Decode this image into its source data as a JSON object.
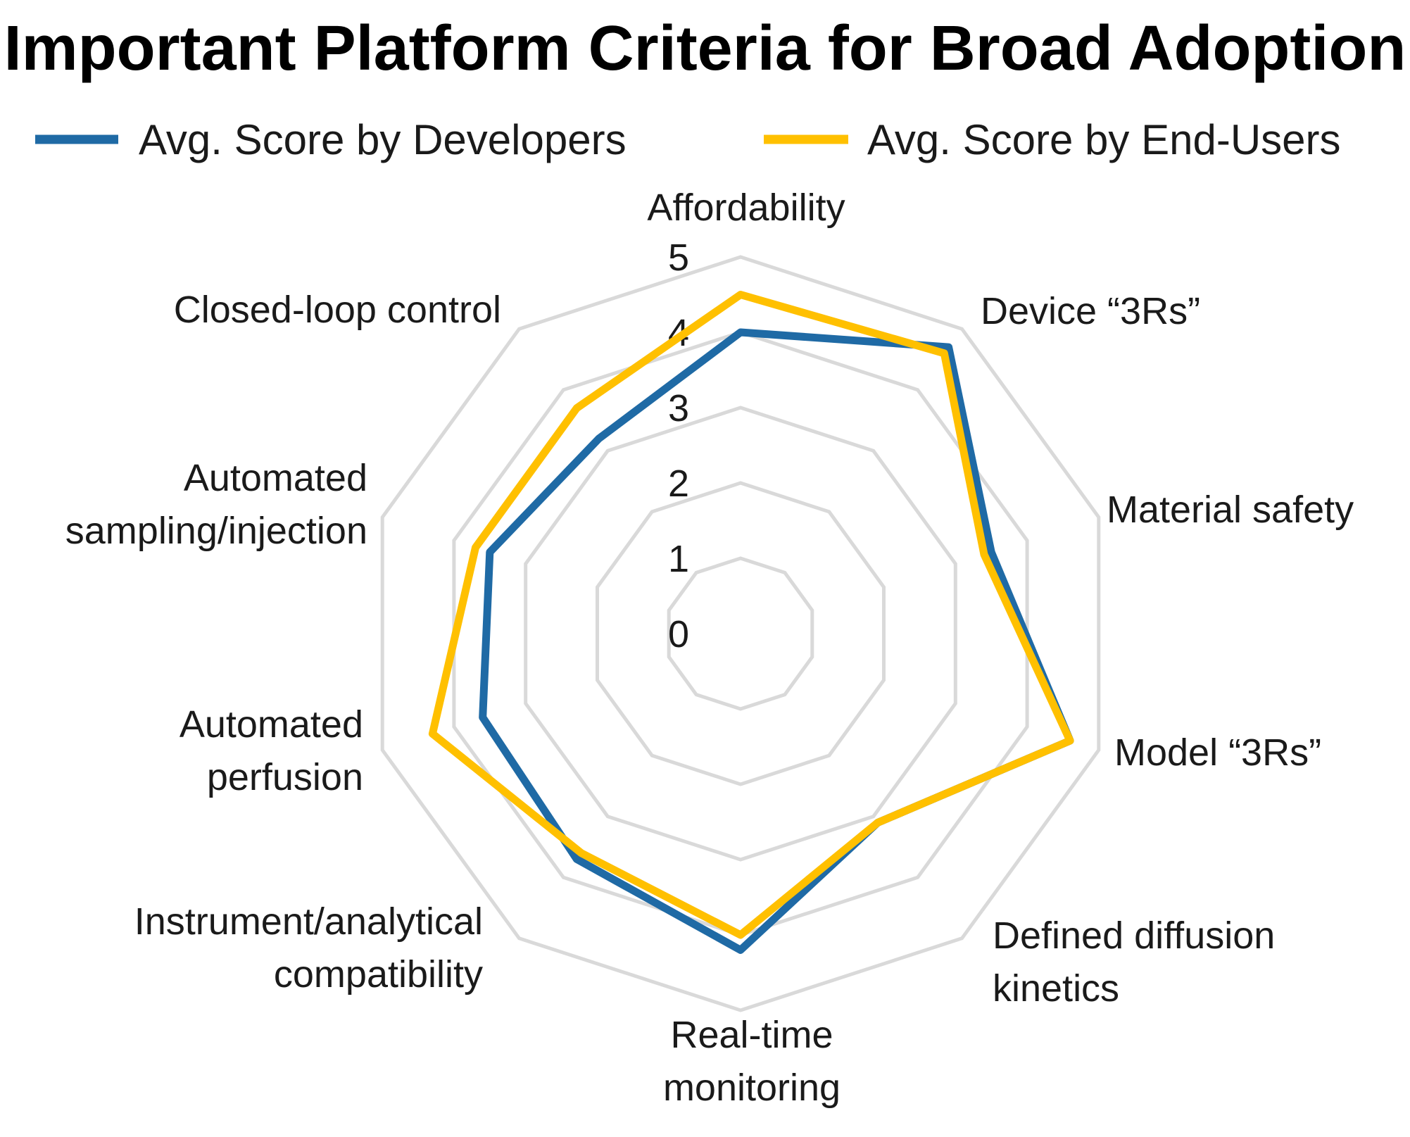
{
  "chart_data": {
    "type": "radar",
    "title": "Important Platform Criteria for Broad Adoption",
    "categories": [
      "Affordability",
      "Device “3Rs”",
      "Material safety",
      "Model “3Rs”",
      "Defined diffusion kinetics",
      "Real-time monitoring",
      "Instrument/analytical compatibility",
      "Automated perfusion",
      "Automated sampling/injection",
      "Closed-loop control"
    ],
    "category_lines": [
      [
        "Affordability"
      ],
      [
        "Device “3Rs”"
      ],
      [
        "Material safety"
      ],
      [
        "Model “3Rs”"
      ],
      [
        "Defined diffusion",
        "kinetics"
      ],
      [
        "Real-time",
        "monitoring"
      ],
      [
        "Instrument/analytical",
        "compatibility"
      ],
      [
        "Automated",
        "perfusion"
      ],
      [
        "Automated",
        "sampling/injection"
      ],
      [
        "Closed-loop control"
      ]
    ],
    "series": [
      {
        "name": "Avg. Score by Developers",
        "color": "#1f6aa5",
        "values": [
          4.0,
          4.7,
          3.5,
          4.6,
          3.1,
          4.2,
          3.7,
          3.6,
          3.5,
          3.2
        ]
      },
      {
        "name": "Avg. Score by End-Users",
        "color": "#ffc000",
        "values": [
          4.5,
          4.6,
          3.4,
          4.6,
          3.1,
          4.0,
          3.6,
          4.3,
          3.7,
          3.7
        ]
      }
    ],
    "r_ticks": [
      0,
      1,
      2,
      3,
      4,
      5
    ],
    "rlim": [
      0,
      5
    ],
    "grid": true,
    "grid_color": "#d9d9d9",
    "legend_position": "top"
  }
}
